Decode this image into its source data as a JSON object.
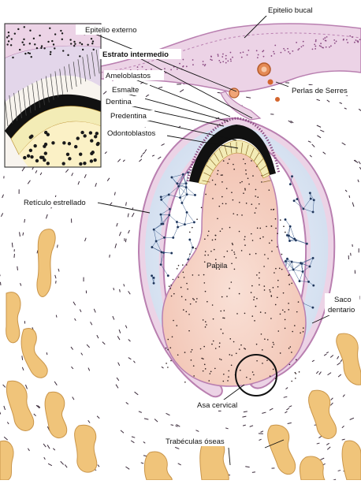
{
  "labels": {
    "epitelio_bucal": "Epitelio bucal",
    "epitelio_externo": "Epitelio externo",
    "estrato_intermedio": "Estrato intermedio",
    "ameloblastos": "Ameloblastos",
    "esmalte": "Esmalte",
    "dentina": "Dentina",
    "predentina": "Predentina",
    "odontoblastos": "Odontoblastos",
    "perlas_de_serres": "Perlas de Serres",
    "reticulo_estrellado": "Retículo estrellado",
    "papila": "Papila",
    "saco_line1": "Saco",
    "saco_line2": "dentario",
    "asa_cervical": "Asa cervical",
    "trabeculas_oseas": "Trabéculas óseas"
  },
  "colors": {
    "epithelium": "#b97fb0",
    "epithelium_fill": "#ecd3e6",
    "reticulum": "#d9e4f2",
    "papilla": "#f6d4c6",
    "enamel": "#111111",
    "dentin": "#f3ecb6",
    "bone": "#f0c47a",
    "bone_edge": "#c9954a",
    "pearl": "#e48a55"
  }
}
